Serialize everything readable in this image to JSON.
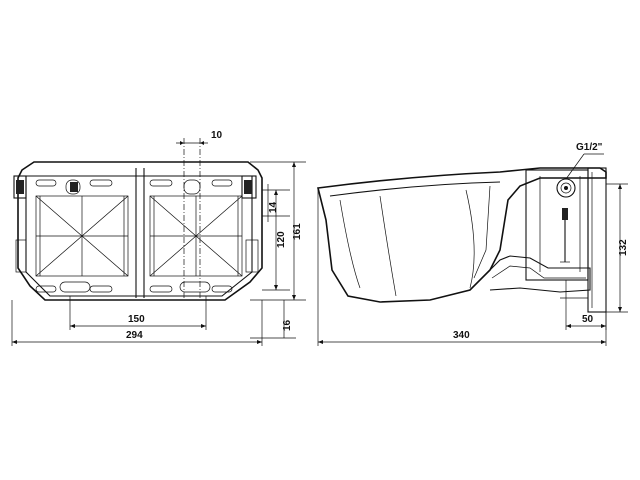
{
  "dimensions": {
    "front_view": {
      "slot_width": "10",
      "top_offset": "14",
      "inner_height": "120",
      "total_height": "161",
      "bottom_offset": "16",
      "mount_spacing": "150",
      "total_width": "294"
    },
    "side_view": {
      "thread": "G1/2\"",
      "total_length": "340",
      "bracket_depth": "50",
      "bracket_height": "132"
    }
  },
  "colors": {
    "line": "#111111",
    "background": "#ffffff"
  }
}
